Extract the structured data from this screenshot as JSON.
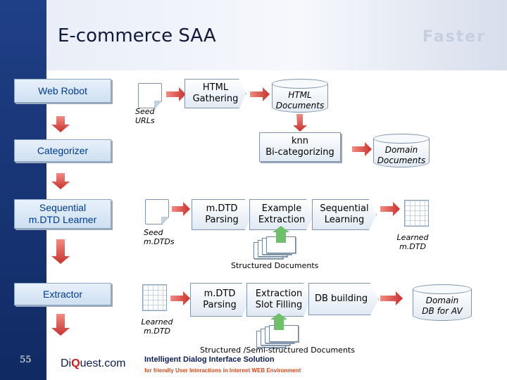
{
  "slide": {
    "title": "E-commerce SAA",
    "number": "55",
    "logo": {
      "prefix": "Di",
      "highlight": "Q",
      "suffix": "uest.com"
    },
    "footer_line1": "Intelligent Dialog Interface Solution",
    "footer_line2": "for friendly User Interactions in Internet WEB Environment",
    "background_word": "Faster"
  },
  "stages": {
    "web_robot": "Web Robot",
    "categorizer": "Categorizer",
    "sequential_learner": "Sequential\nm.DTD Learner",
    "extractor": "Extractor"
  },
  "processes": {
    "html_gathering": "HTML\nGathering",
    "knn": "knn\nBi-categorizing",
    "mdtd_parsing_1": "m.DTD\nParsing",
    "example_extraction": "Example\nExtraction",
    "sequential_learning": "Sequential\nLearning",
    "mdtd_parsing_2": "m.DTD\nParsing",
    "slot_filling": "Extraction\nSlot Filling",
    "db_building": "DB building"
  },
  "stores": {
    "html_documents": "HTML\nDocuments",
    "domain_documents": "Domain\nDocuments",
    "domain_db": "Domain\nDB for AV"
  },
  "labels": {
    "seed_urls": "Seed\nURLs",
    "seed_mdtds": "Seed\nm.DTDs",
    "learned_mdtd_1": "Learned\nm.DTD",
    "learned_mdtd_2": "Learned\nm.DTD",
    "structured_documents": "Structured Documents",
    "semi_structured_documents": "Structured /Semi-structured Documents"
  },
  "colors": {
    "stage_text": "#003a8c",
    "arrow": "#d9534f",
    "green_arrow": "#6fbf6b",
    "sidebar": "#1f3f86"
  }
}
